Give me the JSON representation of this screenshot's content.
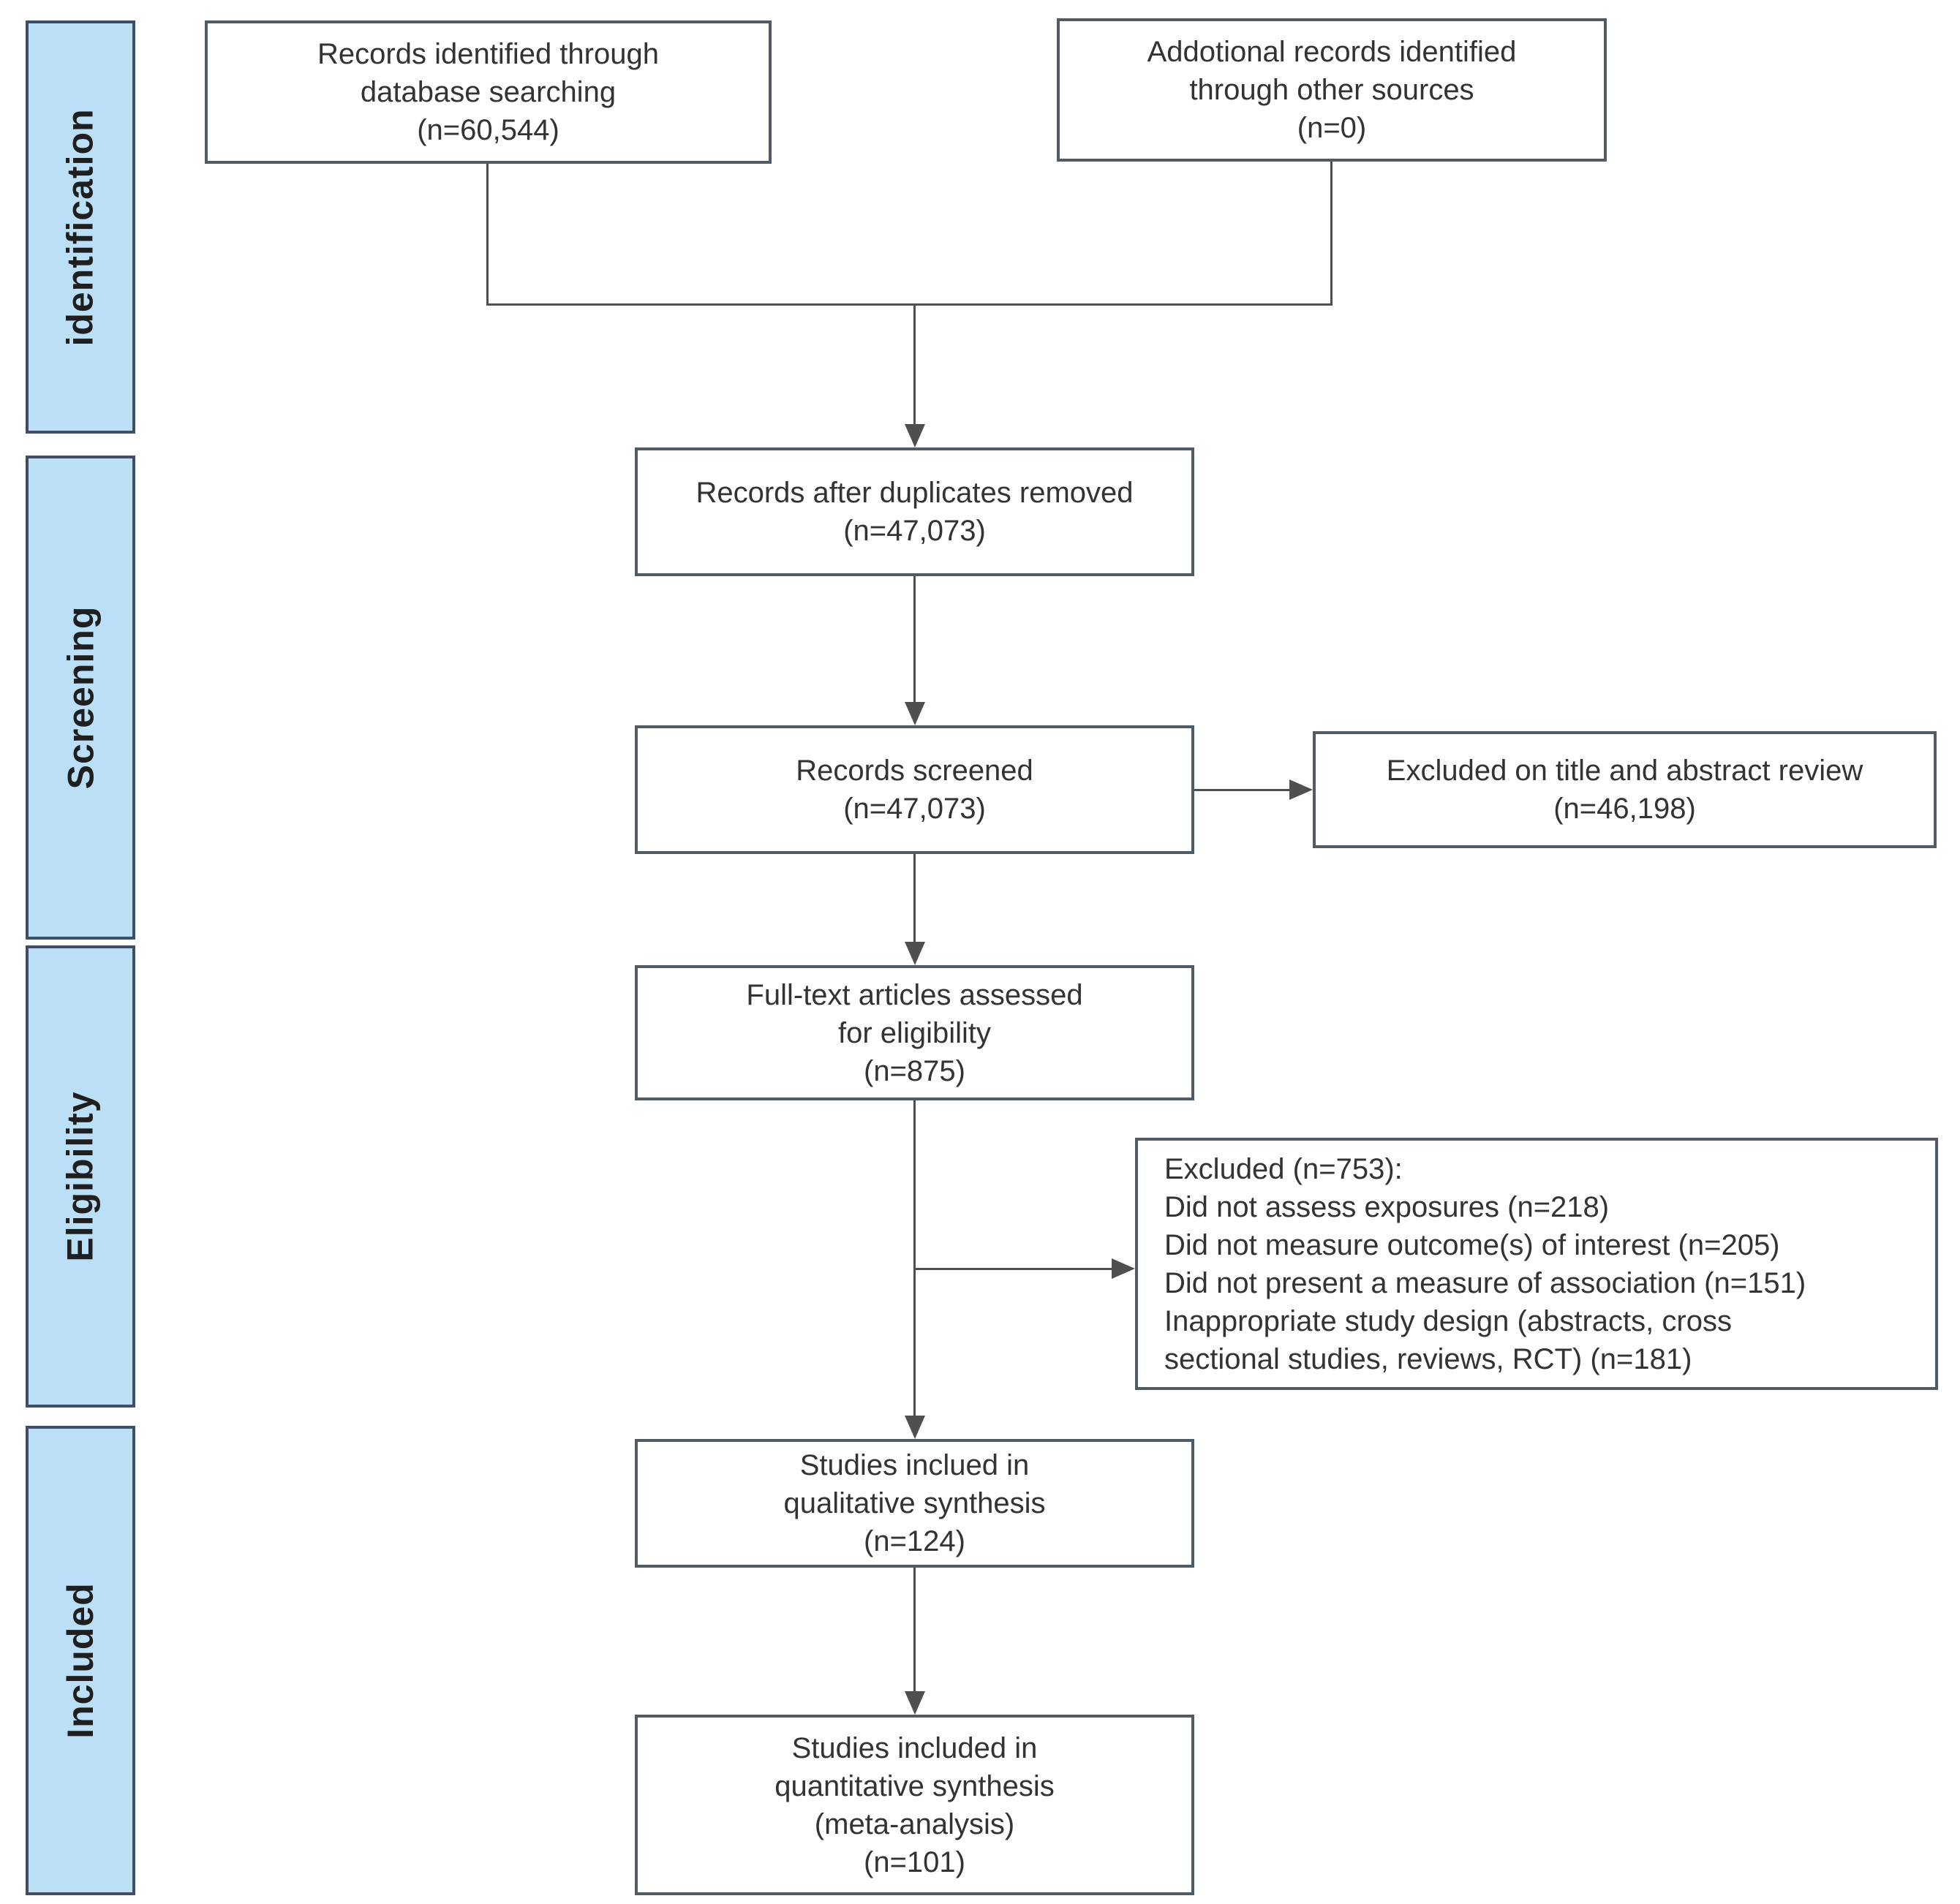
{
  "stages": [
    {
      "label": "identification"
    },
    {
      "label": "Screening"
    },
    {
      "label": "Eligibility"
    },
    {
      "label": "Included"
    }
  ],
  "boxes": {
    "records_identified": {
      "lines": [
        "Records identified through",
        "database searching",
        "(n=60,544)"
      ]
    },
    "additional_records": {
      "lines": [
        "Addotional records identified",
        "through other sources",
        "(n=0)"
      ]
    },
    "duplicates_removed": {
      "lines": [
        "Records after duplicates removed",
        "(n=47,073)"
      ]
    },
    "records_screened": {
      "lines": [
        "Records screened",
        "(n=47,073)"
      ]
    },
    "excluded_title_abstract": {
      "lines": [
        "Excluded on title and abstract review",
        "(n=46,198)"
      ]
    },
    "fulltext_assessed": {
      "lines": [
        "Full-text articles assessed",
        "for eligibility",
        "(n=875)"
      ]
    },
    "excluded_fulltext": {
      "lines": [
        "Excluded (n=753):",
        "Did not assess exposures (n=218)",
        "Did not measure outcome(s) of interest (n=205)",
        "Did not present a measure of association (n=151)",
        "Inappropriate study design (abstracts, cross",
        "sectional studies, reviews, RCT) (n=181)"
      ]
    },
    "qualitative_synthesis": {
      "lines": [
        "Studies inclued in",
        "qualitative synthesis",
        "(n=124)"
      ]
    },
    "quantitative_synthesis": {
      "lines": [
        "Studies included in",
        "quantitative synthesis",
        "(meta-analysis)",
        "(n=101)"
      ]
    }
  },
  "colors": {
    "stage_fill": "#bcdff8",
    "stage_border": "#3f4e63",
    "box_border": "#505b66",
    "connector": "#4f4f4f",
    "text": "#333333",
    "background": "#ffffff"
  }
}
